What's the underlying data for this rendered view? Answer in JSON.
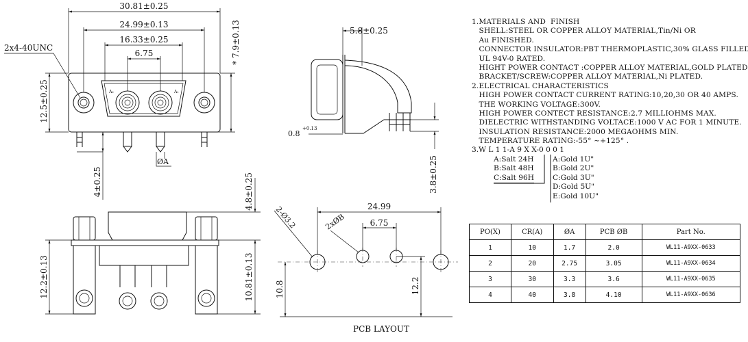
{
  "front_view": {
    "dim_overall": "30.81±0.25",
    "dim_mount": "24.99±0.13",
    "dim_shell": "16.33±0.25",
    "dim_pitch": "6.75",
    "dim_height": "* 7.9±0.13",
    "dim_left_height": "12.5±0.25",
    "thread": "2x4-40UNC",
    "pin_dia": "ØA",
    "dim_pin_len": "4±0.25",
    "pin_mark_left": "A₂",
    "pin_mark_right": "A₁"
  },
  "side_view": {
    "dim_top": "5.8±0.25",
    "dim_bracket": "0.8",
    "dim_bracket_tol": "+0.13",
    "dim_leg": "3.8±0.25"
  },
  "bottom_view": {
    "dim_right_top": "4.8±0.25",
    "dim_left": "12.2±0.13",
    "dim_right": "10.81±0.13"
  },
  "pcb_layout": {
    "dim_mount": "24.99",
    "dim_pitch": "6.75",
    "hole_mount": "2-Ø3.2",
    "hole_pin": "2xØB",
    "dim_left": "10.8",
    "dim_right": "12.2",
    "caption": "PCB LAYOUT"
  },
  "notes": [
    "1.MATERIALS AND  FINISH",
    "   SHELL:STEEL OR COPPER ALLOY MATERIAL,Tin/Ni OR",
    "   Au FINISHED.",
    "   CONNECTOR INSULATOR:PBT THERMOPLASTIC,30% GLASS FILLED,",
    "   UL 94V-0 RATED.",
    "   HIGHT POWER CONTACT :COPPER ALLOY MATERIAL,GOLD PLATED.",
    "   BRACKET/SCREW:COPPER ALLOY MATERIAL,Ni PLATED.",
    "2.ELECTRICAL CHARACTERISTICS",
    "   HIGH POWER CONTACT CURRENT RATING:10,20,30 OR 40 AMPS.",
    "   THE WORKING VOLTAGE:300V.",
    "   HIGH POWER CONTECT RESISTANCE:2.7 MILLIOHMS MAX.",
    "   DIELECTRIC WITHSTANDING VOLTACE:1000 V AC FOR 1 MINUTE.",
    "   INSULATION RESISTANCE:2000 MEGAOHMS MIN.",
    "   TEMPERATURE RATING:-55° ~+125° ."
  ],
  "part_code": "3.W L 1 1-A 9 X X-0 0 0 1",
  "salt_options": [
    "A:Salt 24H",
    "B:Salt 48H",
    "C:Salt 96H"
  ],
  "gold_options": [
    "A:Gold 1U\"",
    "B:Gold 2U\"",
    "C:Gold 3U\"",
    "D:Gold 5U\"",
    "E:Gold 10U\""
  ],
  "table": {
    "headers": [
      "PO(X)",
      "CR(A)",
      "ØA",
      "PCB ØB",
      "Part  No."
    ],
    "rows": [
      [
        "1",
        "10",
        "1.7",
        "2.0",
        "WL11-A9XX-0633"
      ],
      [
        "2",
        "20",
        "2.75",
        "3.05",
        "WL11-A9XX-0634"
      ],
      [
        "3",
        "30",
        "3.3",
        "3.6",
        "WL11-A9XX-0635"
      ],
      [
        "4",
        "40",
        "3.8",
        "4.10",
        "WL11-A9XX-0636"
      ]
    ]
  }
}
